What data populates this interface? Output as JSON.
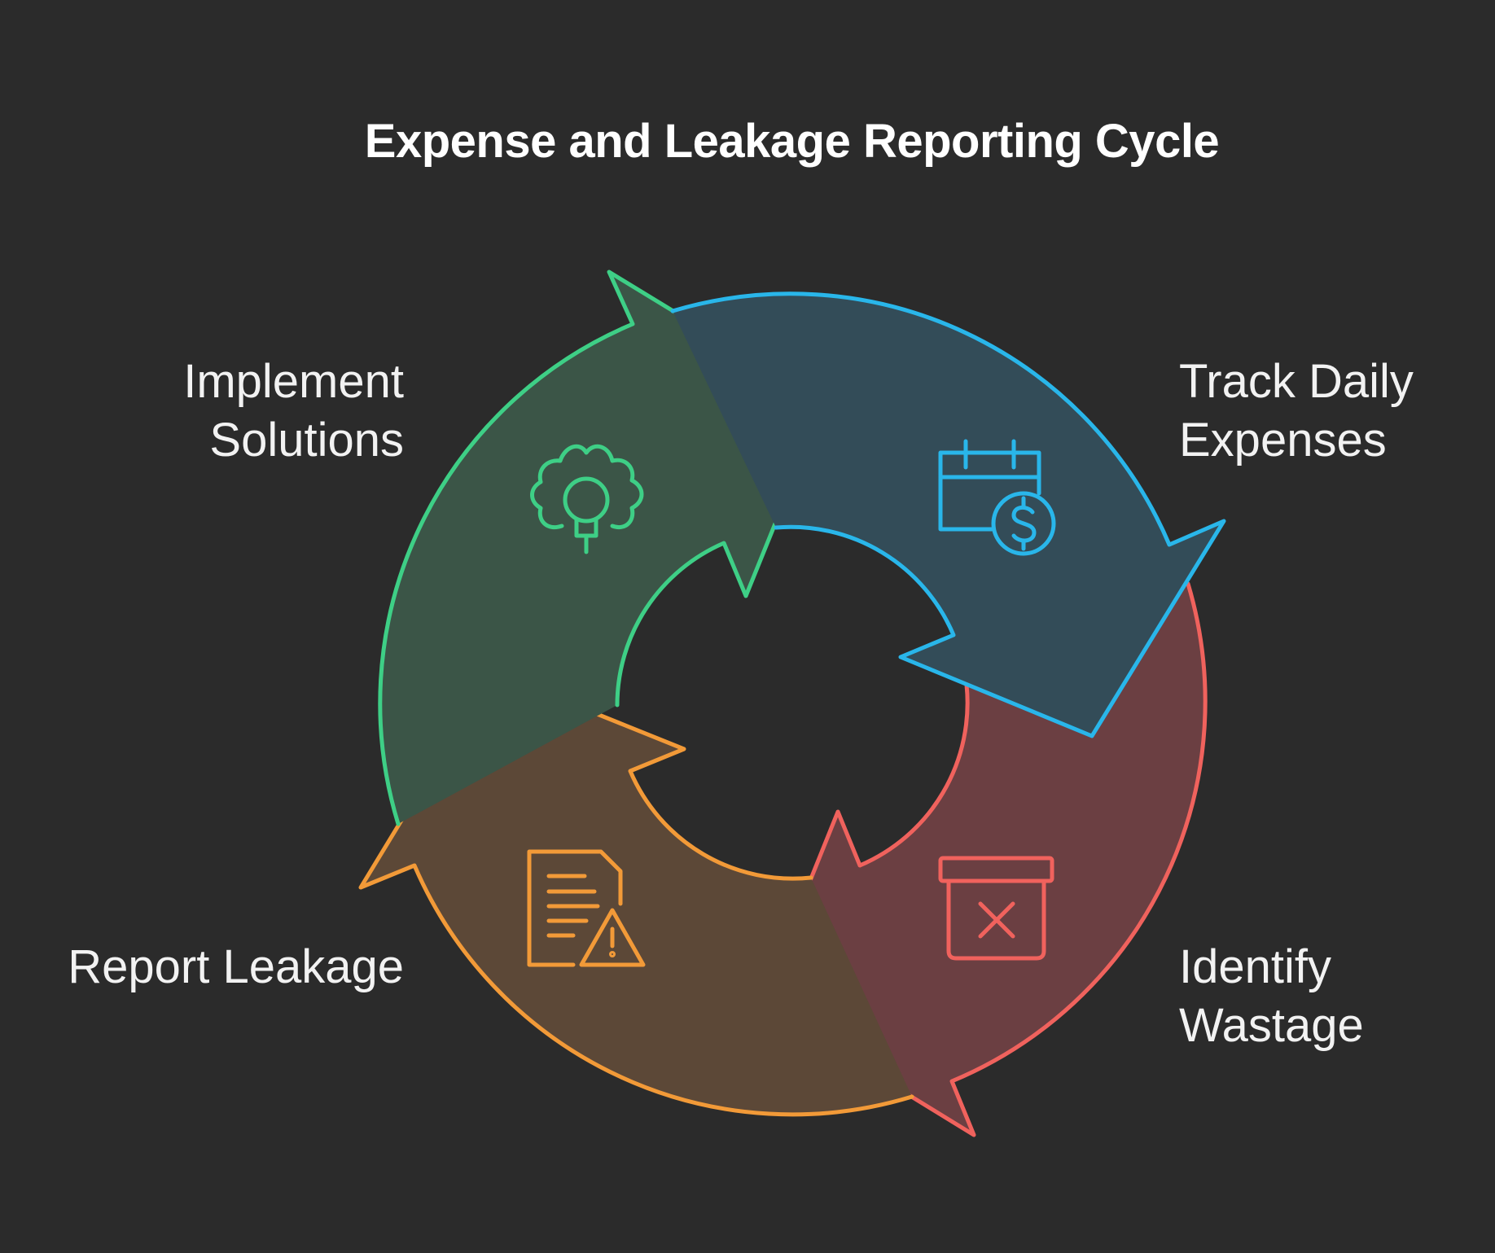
{
  "title": "Expense and Leakage Reporting Cycle",
  "steps": [
    {
      "id": "track",
      "lines": [
        "Track Daily",
        "Expenses"
      ],
      "icon": "calendar-dollar-icon",
      "stroke": "#29b6ea",
      "fill": "#334c58"
    },
    {
      "id": "identify",
      "lines": [
        "Identify",
        "Wastage"
      ],
      "icon": "archive-box-x-icon",
      "stroke": "#f0625d",
      "fill": "#6b3f42"
    },
    {
      "id": "report",
      "lines": [
        "Report Leakage"
      ],
      "icon": "document-warning-icon",
      "stroke": "#f29a38",
      "fill": "#5c4837"
    },
    {
      "id": "implement",
      "lines": [
        "Implement",
        "Solutions"
      ],
      "icon": "gear-lightbulb-icon",
      "stroke": "#3ecf86",
      "fill": "#3b5547"
    }
  ]
}
